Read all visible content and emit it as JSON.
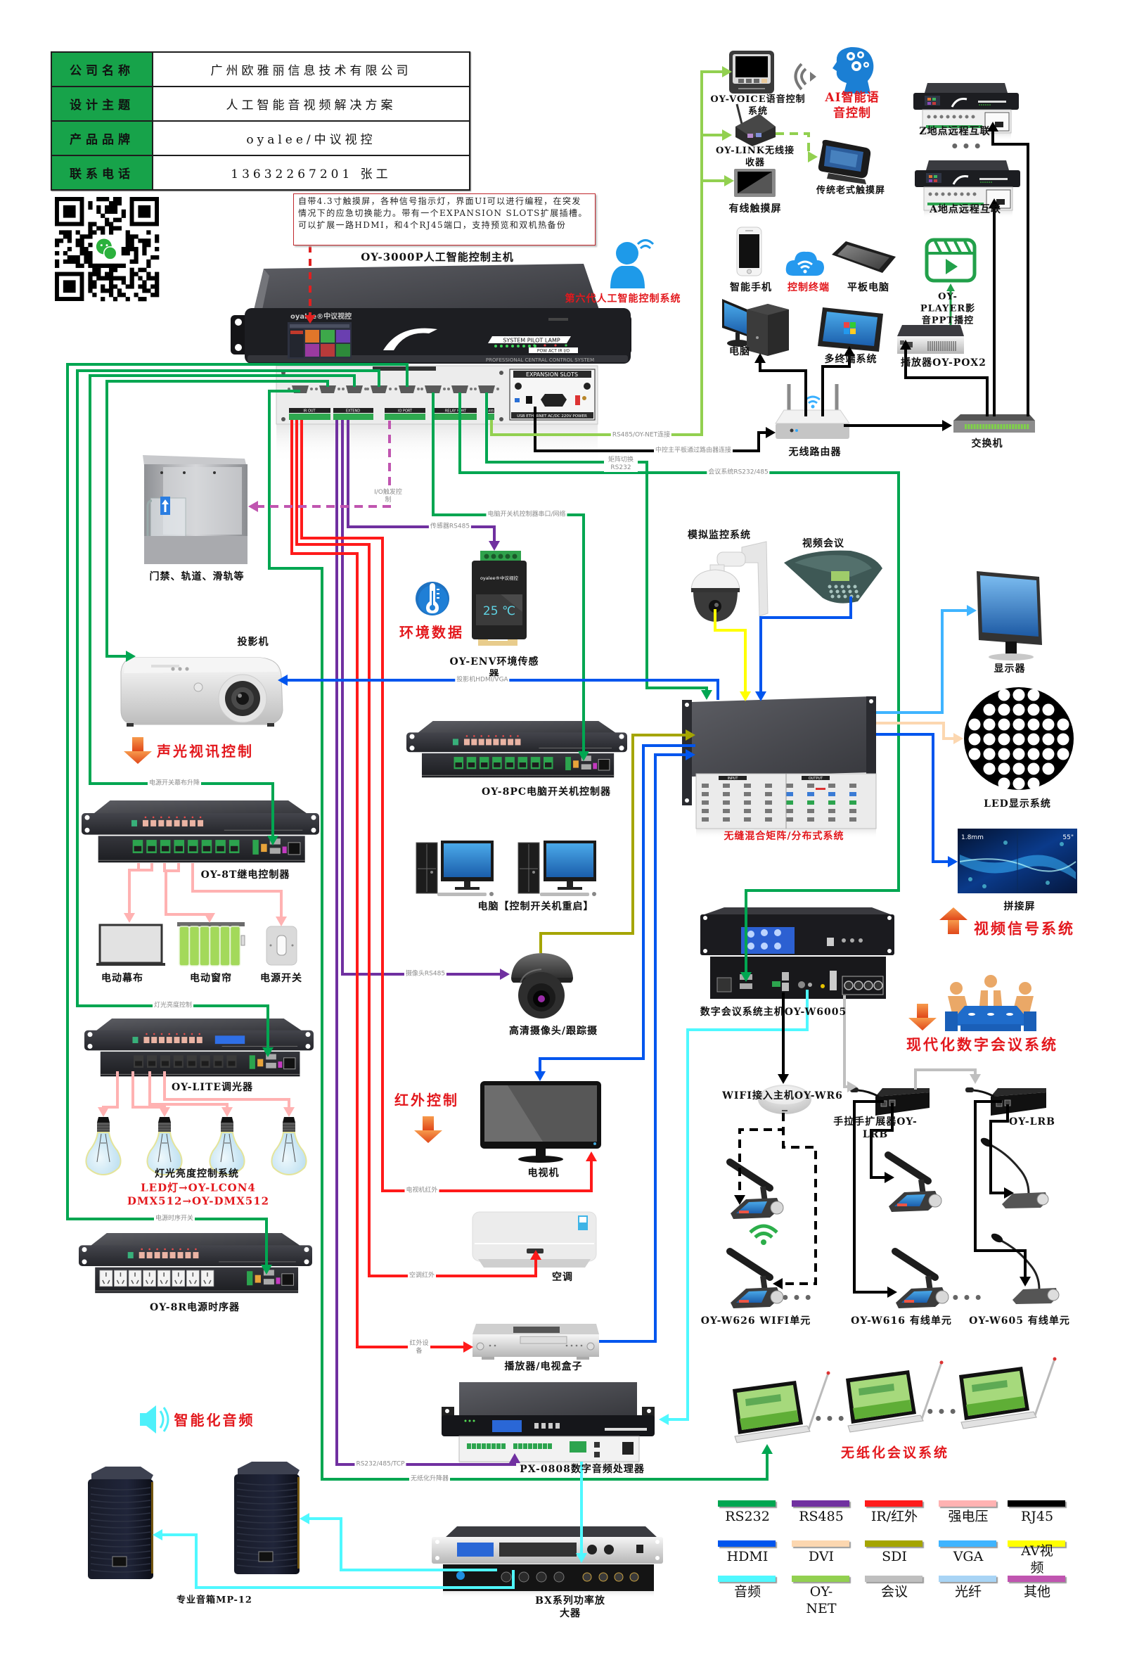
{
  "info_table": {
    "rows": [
      {
        "label": "公司名称",
        "value": "广州欧雅丽信息技术有限公司"
      },
      {
        "label": "设计主题",
        "value": "人工智能音视频解决方案"
      },
      {
        "label": "产品品牌",
        "value": "oyalee/中议视控"
      },
      {
        "label": "联系电话",
        "value": "13632267201  张工"
      }
    ]
  },
  "annotation": {
    "text": "自带4.3寸触摸屏，各种信号指示灯，界面UI可以进行编程，在突发情况下的应急切换能力。带有一个EXPANSION SLOTS扩展插槽。可以扩展一路HDMI，和4个RJ45端口，支持预览和双机热备份"
  },
  "main_controller": {
    "title": "OY-3000P人工智能控制主机",
    "subtitle": "第六代人工智能控制系统",
    "brand": "oyalee®中议视控",
    "pilot_lamp": "SYSTEM PILOT LAMP",
    "indicators": "POW ACT IR I/O",
    "footer": "PROFESSIONAL CENTRAL CONTROL SYSTEM",
    "expansion": "EXPANSION SLOTS",
    "rear_ports": "USB  ETHERNET  AC/DC 220V  POWER",
    "terminals": [
      "IR OUT",
      "EXTEND",
      "IO PORT",
      "RELAY PORT",
      "RS485"
    ]
  },
  "remote_control": {
    "voice": "OY-VOICE语音控制系统",
    "ai_voice": "AI智能语音控制",
    "link": "OY-LINK无线接收器",
    "legacy_touch": "传统老式触摸屏",
    "wired_touch": "有线触摸屏",
    "remote_z": "Z地点远程互联",
    "remote_a": "A地点远程互联",
    "ellipsis": "•••",
    "smartphone": "智能手机",
    "control_terminal": "控制终端",
    "tablet": "平板电脑",
    "player_app": "OY-PLAYER影音PPT播控",
    "pc": "电脑",
    "multi_terminal": "多终端系统",
    "pox2": "播放器OY-POX2",
    "router": "无线路由器",
    "switch": "交换机"
  },
  "av_control": {
    "turnstile": "门禁、轨道、滑轨等",
    "projector": "投影机",
    "section": "声光视讯控制",
    "relay": "OY-8T继电控制器",
    "screen": "电动幕布",
    "curtain": "电动窗帘",
    "power_switch": "电源开关",
    "dimmer": "OY-LITE调光器",
    "lighting_system": "灯光亮度控制系统",
    "led_line": "LED灯→OY-LCON4",
    "dmx_line": "DMX512→OY-DMX512",
    "sequencer": "OY-8R电源时序器"
  },
  "env": {
    "section": "环境数据",
    "sensor": "OY-ENV环境传感器",
    "brand": "oyalee®中议视控",
    "reading": "25 ℃"
  },
  "pc_control": {
    "controller": "OY-8PC电脑开关机控制器",
    "pcs": "电脑【控制开关机重启】"
  },
  "camera": {
    "dome": "高清摄像头/跟踪摄",
    "ptz": "模拟监控系统",
    "video_conf": "视频会议"
  },
  "ir_control": {
    "section": "红外控制",
    "tv": "电视机",
    "ac": "空调",
    "player": "播放器/电视盒子"
  },
  "video": {
    "matrix": "无缝混合矩阵/分布式系统",
    "input": "INPUT",
    "output": "OUTPUT",
    "monitor": "显示器",
    "led": "LED显示系统",
    "splice": "拼接屏",
    "splice_pitch": "1.8mm",
    "splice_size": "55\"",
    "section": "视频信号系统"
  },
  "conference": {
    "host": "数字会议系统主机OY-W6005",
    "section": "现代化数字会议系统",
    "wifi_host": "WIFI接入主机OY-WR6",
    "extender": "手拉手扩展器OY-LRB",
    "extender2": "OY-LRB",
    "wifi_unit": "OY-W626 WIFI单元",
    "wired_unit_616": "OY-W616 有线单元",
    "wired_unit_605": "OY-W605 有线单元",
    "ellipsis": "•••"
  },
  "paperless": {
    "section": "无纸化会议系统",
    "ellipsis": "•••"
  },
  "audio": {
    "section": "智能化音频",
    "processor": "PX-0808数字音频处理器",
    "amplifier": "BX系列功率放大器",
    "speakers": "专业音箱MP-12"
  },
  "connections": [
    {
      "type": "RS232",
      "label": "电源时序开关"
    },
    {
      "type": "RS232",
      "label": "灯光亮度控制"
    },
    {
      "type": "RS232",
      "label": "电源开关幕布升降"
    },
    {
      "type": "RS232"
    },
    {
      "type": "RS232",
      "label": "无纸化升降器"
    },
    {
      "type": "RS232",
      "label": "电脑开关机控制器串口/网络"
    },
    {
      "type": "RS232",
      "label": "矩阵切换RS232"
    },
    {
      "type": "RS232",
      "label": "会议系统RS232/485"
    },
    {
      "type": "RS485",
      "label": "传感器RS485"
    },
    {
      "type": "RS485",
      "label": "摄像头RS485"
    },
    {
      "type": "RS485",
      "label": "RS232/485/TCP"
    },
    {
      "type": "IR/红外",
      "label": "电视机红外"
    },
    {
      "type": "IR/红外",
      "label": "空调红外"
    },
    {
      "type": "IR/红外",
      "label": "红外设备"
    },
    {
      "type": "其他",
      "label": "I/O触发控制"
    },
    {
      "type": "RJ45",
      "label": "中控主平板通过路由器连接"
    },
    {
      "type": "OY-NET",
      "label": "RS485/OY-NET连接"
    },
    {
      "type": "OY-NET"
    },
    {
      "type": "OY-NET"
    },
    {
      "type": "OY-NET"
    },
    {
      "type": "RJ45"
    },
    {
      "type": "RJ45"
    },
    {
      "type": "RJ45"
    },
    {
      "type": "RJ45"
    },
    {
      "type": "RJ45"
    },
    {
      "type": "RJ45"
    },
    {
      "type": "HDMI",
      "label": "投影机HDMI/VGA"
    },
    {
      "type": "AV视频"
    },
    {
      "type": "HDMI"
    },
    {
      "type": "SDI"
    },
    {
      "type": "HDMI"
    },
    {
      "type": "HDMI"
    },
    {
      "type": "VGA"
    },
    {
      "type": "DVI"
    },
    {
      "type": "HDMI"
    },
    {
      "type": "音频"
    },
    {
      "type": "音频"
    },
    {
      "type": "音频"
    },
    {
      "type": "音频"
    },
    {
      "type": "RJ45"
    },
    {
      "type": "RJ45"
    },
    {
      "type": "RJ45"
    },
    {
      "type": "会议"
    },
    {
      "type": "会议"
    },
    {
      "type": "RJ45"
    },
    {
      "type": "RJ45"
    },
    {
      "type": "RJ45"
    },
    {
      "type": "RJ45"
    },
    {
      "type": "强电压"
    },
    {
      "type": "强电压"
    },
    {
      "type": "强电压"
    },
    {
      "type": "强电压"
    },
    {
      "type": "强电压"
    },
    {
      "type": "强电压"
    },
    {
      "type": "强电压"
    }
  ],
  "legend": [
    {
      "label": "RS232",
      "color": "#00a651"
    },
    {
      "label": "RS485",
      "color": "#7030a0"
    },
    {
      "label": "IR/红外",
      "color": "#ff1a1a"
    },
    {
      "label": "强电压",
      "color": "#ffb2b2"
    },
    {
      "label": "RJ45",
      "color": "#000000"
    },
    {
      "label": "HDMI",
      "color": "#0055ee"
    },
    {
      "label": "DVI",
      "color": "#fcd7b0"
    },
    {
      "label": "SDI",
      "color": "#a5a500"
    },
    {
      "label": "VGA",
      "color": "#3fb4ff"
    },
    {
      "label": "AV视频",
      "color": "#ffff00"
    },
    {
      "label": "音频",
      "color": "#4ff8ff"
    },
    {
      "label": "OY-NET",
      "color": "#92d050"
    },
    {
      "label": "会议",
      "color": "#bfbfbf"
    },
    {
      "label": "光纤",
      "color": "#a8d4f5"
    },
    {
      "label": "其他",
      "color": "#c055b0"
    }
  ]
}
